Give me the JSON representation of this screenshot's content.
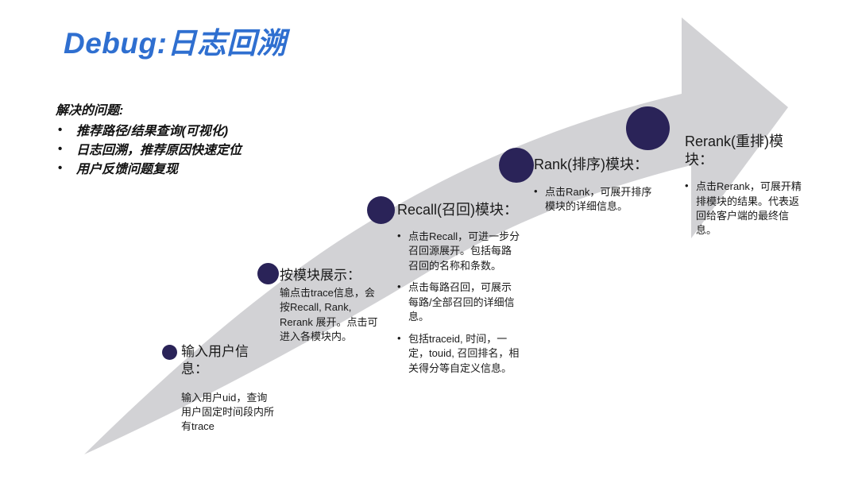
{
  "slide": {
    "title": "Debug:日志回溯",
    "title_color": "#2f6fd0",
    "background_color": "#ffffff",
    "arrow_color": "#d2d2d5",
    "dot_color": "#2a2358"
  },
  "problems": {
    "heading": "解决的问题:",
    "items": [
      "推荐路径/结果查询(可视化)",
      "日志回溯，推荐原因快速定位",
      "用户反馈问题复现"
    ]
  },
  "steps": [
    {
      "id": "step-1",
      "title": "输入用户信",
      "title_line2": "息：",
      "body": "输入用户uid，查询用户固定时间段内所有trace",
      "bullets": []
    },
    {
      "id": "step-2",
      "title": "按模块展示：",
      "body": "输点击trace信息，会按Recall, Rank, Rerank 展开。点击可进入各模块内。",
      "bullets": []
    },
    {
      "id": "step-3",
      "title": "Recall(召回)模块：",
      "body": "",
      "bullets": [
        "点击Recall，可进一步分召回源展开。包括每路召回的名称和条数。",
        "点击每路召回，可展示每路/全部召回的详细信息。",
        "包括traceid, 时间，一定，touid, 召回排名，相关得分等自定义信息。"
      ]
    },
    {
      "id": "step-4",
      "title": "Rank(排序)模块：",
      "body": "",
      "bullets": [
        "点击Rank，可展开排序模块的详细信息。"
      ]
    },
    {
      "id": "step-5",
      "title": "Rerank(重排)模",
      "title_line2": "块：",
      "body": "",
      "bullets": [
        "点击Rerank，可展开精排模块的结果。代表返回给客户端的最终信息。"
      ]
    }
  ]
}
